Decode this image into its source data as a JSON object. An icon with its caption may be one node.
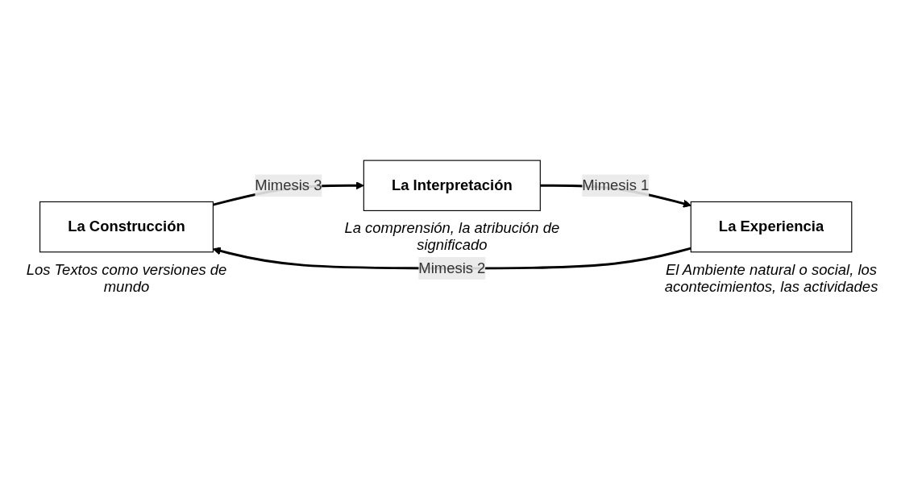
{
  "diagram": {
    "nodes": [
      {
        "text": [
          "La Construcción"
        ],
        "beside": [
          "Los Textos como versiones de mundo"
        ]
      },
      {
        "text": [
          "La Experiencia"
        ],
        "beside": [
          "El Ambiente natural o social, los acontecimientos, las actividades"
        ]
      },
      {
        "text": [
          "La Interpretación"
        ],
        "beside": [
          "La comprensión, la atribución de significado"
        ]
      }
    ],
    "edges": [
      {
        "from": 1,
        "to": 0,
        "arrow": "to",
        "label": "Mimesis 2"
      },
      {
        "from": 0,
        "to": 2,
        "arrow": "to",
        "label": "Mimesis 3"
      },
      {
        "from": 2,
        "to": 1,
        "arrow": "to",
        "label": "Mimesis 1"
      }
    ]
  }
}
